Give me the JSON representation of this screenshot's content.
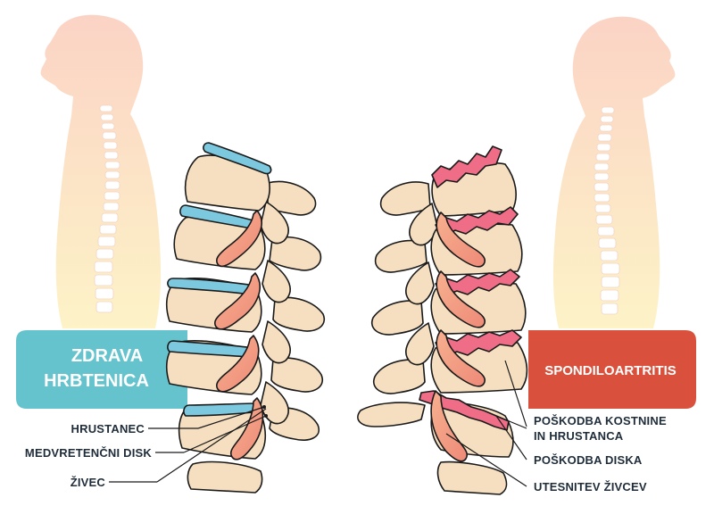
{
  "left_panel": {
    "title_line1": "ZDRAVA",
    "title_line2": "HRBTENICA",
    "banner_color": "#64c3cc",
    "labels": {
      "cartilage": "HRUSTANEC",
      "disc": "MEDVRETENČNI DISK",
      "nerve": "ŽIVEC"
    }
  },
  "right_panel": {
    "title": "SPONDILOARTRITIS",
    "banner_color": "#d9513c",
    "labels": {
      "bone_damage_line1": "POŠKODBA KOSTNINE",
      "bone_damage_line2": "IN HRUSTANCA",
      "disc_damage": "POŠKODBA DISKA",
      "nerve_compression": "UTESNITEV ŽIVCEV"
    }
  },
  "colors": {
    "bone": "#f5dfc0",
    "bone_outline": "#1a1a1a",
    "healthy_disc": "#7cc8df",
    "damaged_disc": "#ef6d86",
    "nerve": "#f2a07c",
    "silhouette_top": "#fbd4c4",
    "silhouette_bottom": "#fdf2c4"
  }
}
